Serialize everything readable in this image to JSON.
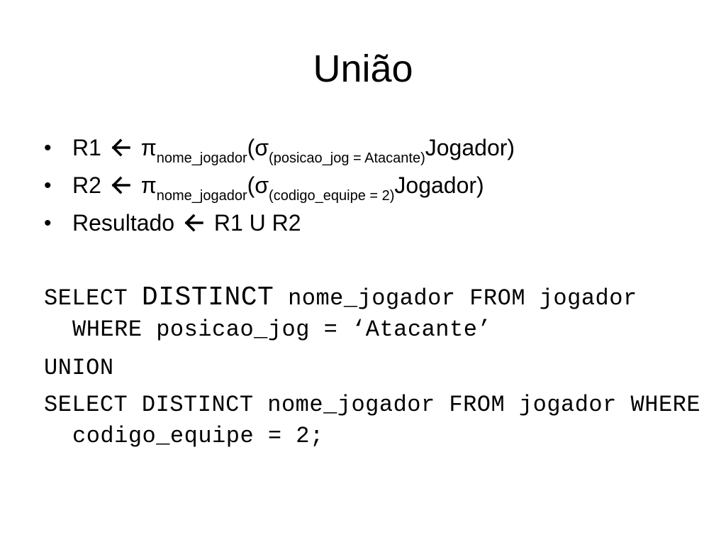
{
  "title": "União",
  "bullets": [
    {
      "lhs": "R1",
      "pi": "π",
      "pi_sub": "nome_jogador",
      "open": "(σ",
      "sigma_sub": "(posicao_jog = Atacante)",
      "rel": "Jogador",
      "close": ")"
    },
    {
      "lhs": "R2",
      "pi": "π",
      "pi_sub": "nome_jogador",
      "open": "(σ",
      "sigma_sub": "(codigo_equipe = 2)",
      "rel": "Jogador",
      "close": ")"
    },
    {
      "lhs": "Resultado",
      "rhs": "R1 U R2"
    }
  ],
  "bullet_glyph": "•",
  "arrow_icon": "left-arrow-icon",
  "sql": {
    "q1_select": "SELECT",
    "q1_distinct": "DISTINCT",
    "q1_rest": "nome_jogador FROM jogador WHERE posicao_jog = ‘Atacante’",
    "union": "UNION",
    "q2": "SELECT DISTINCT nome_jogador FROM jogador WHERE codigo_equipe = 2;"
  }
}
